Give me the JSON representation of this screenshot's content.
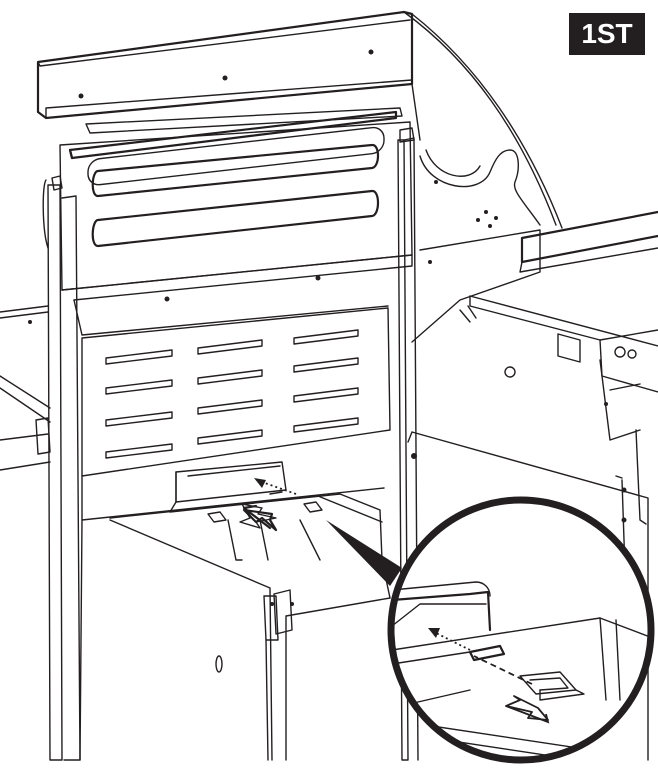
{
  "step_badge": {
    "label": "1ST"
  },
  "colors": {
    "line": "#231f20",
    "background": "#ffffff",
    "badge_bg": "#231f20",
    "badge_text": "#ffffff"
  },
  "icons": [
    "grill-illustration",
    "push-arrow-icon",
    "dotted-direction-arrow-icon",
    "magnifier-callout-circle"
  ]
}
